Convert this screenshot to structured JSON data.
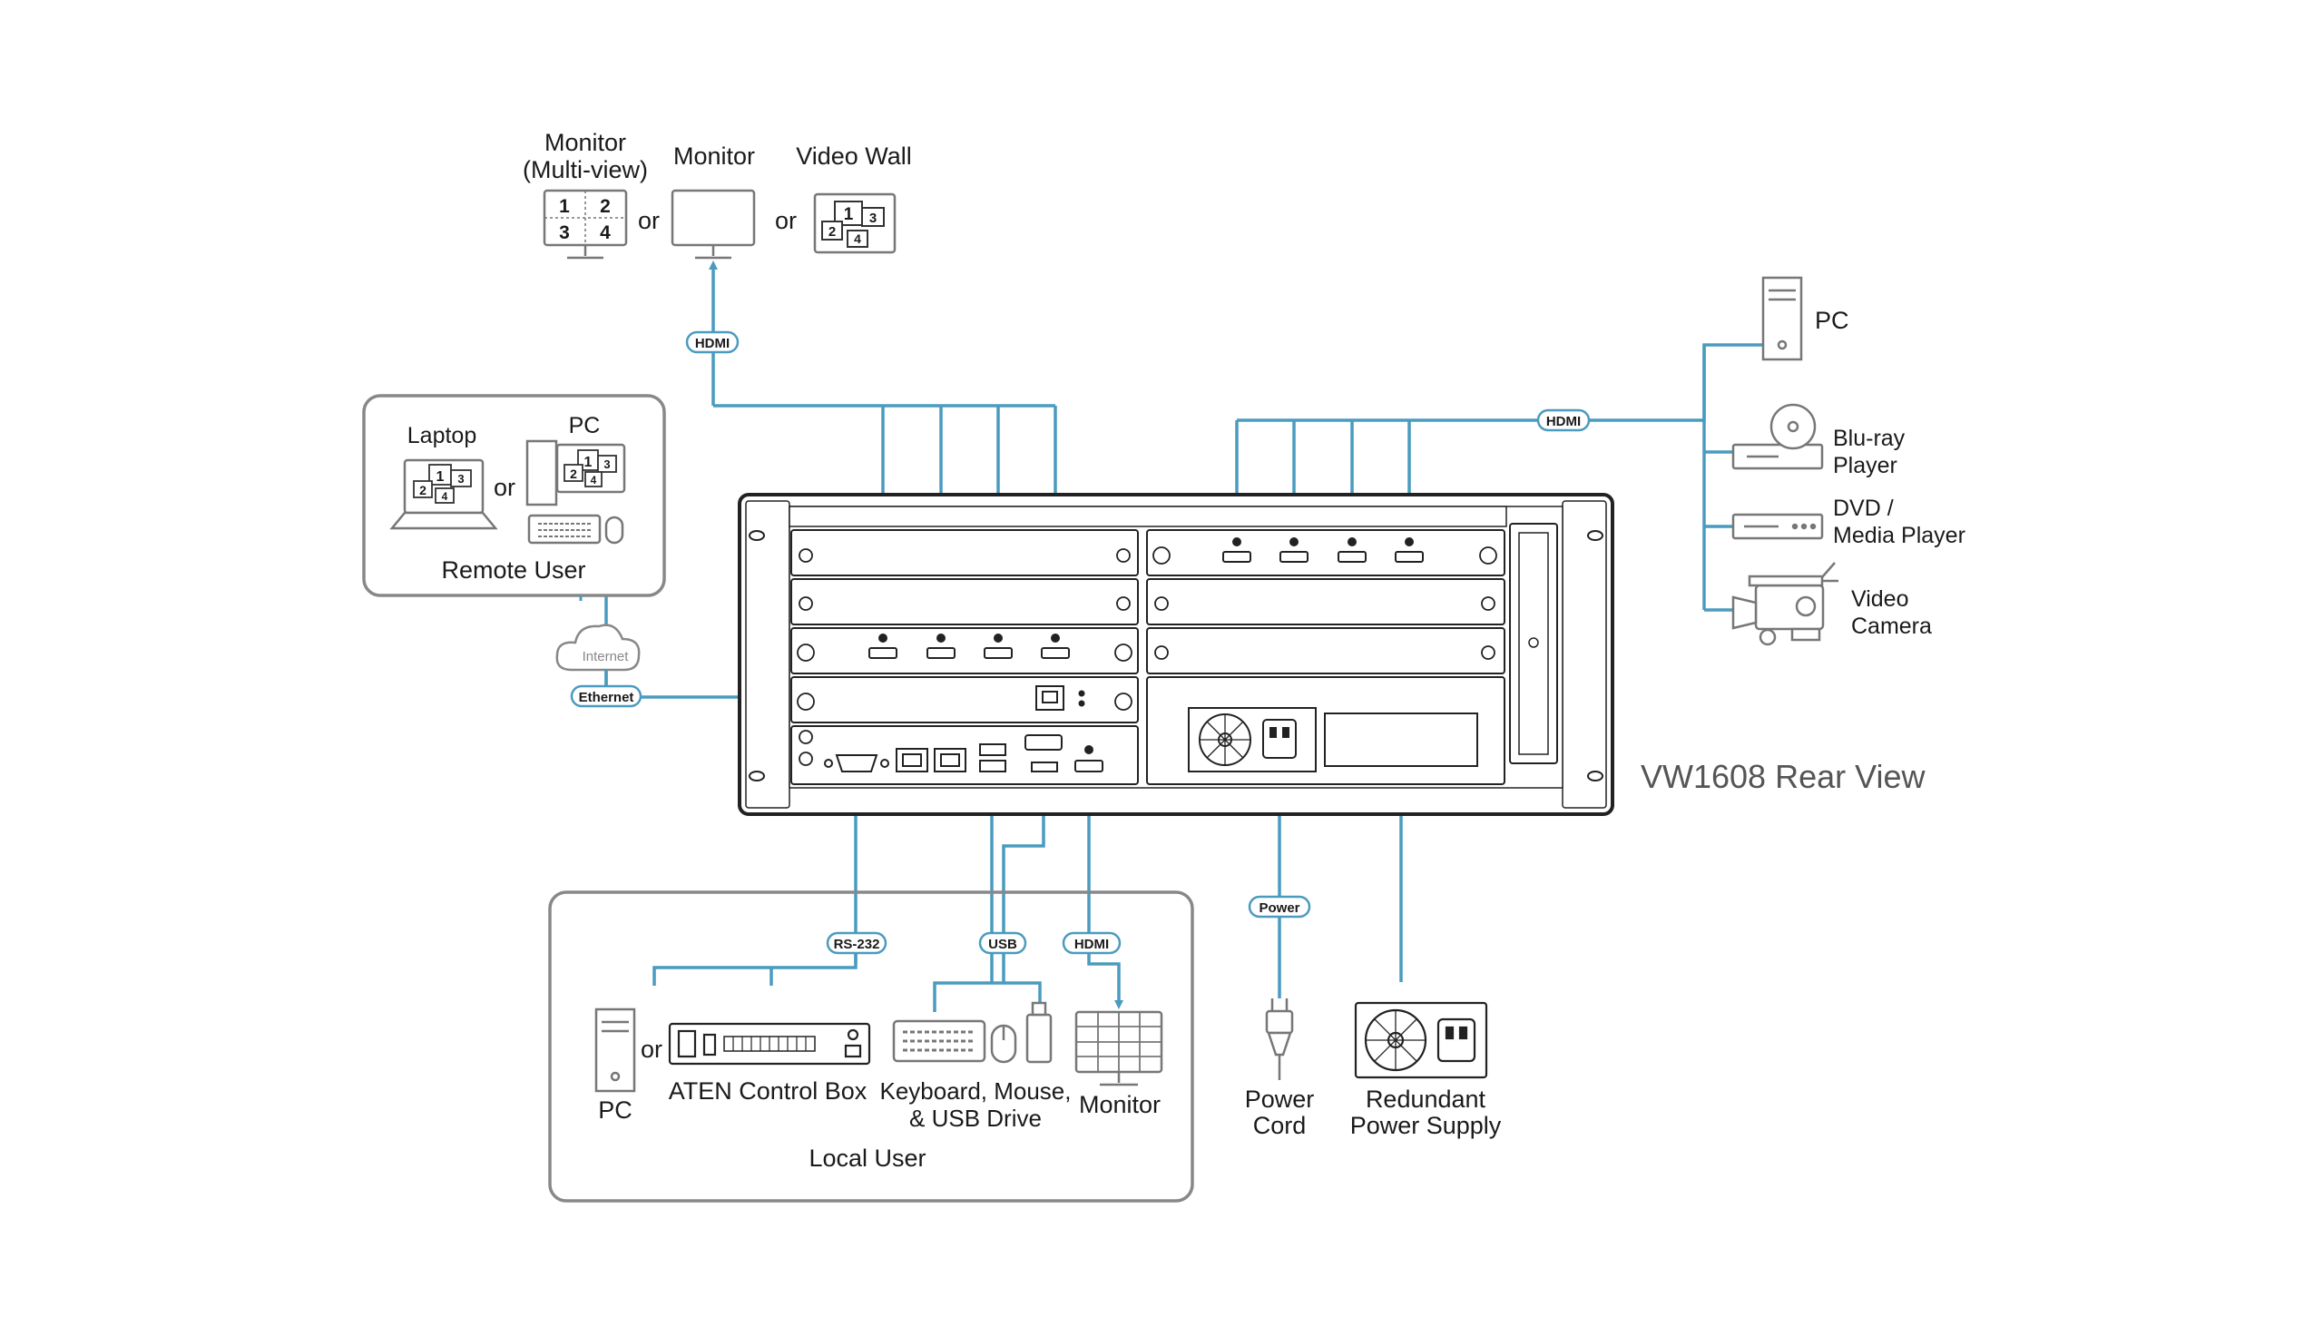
{
  "title": "VW1608 Rear View",
  "colors": {
    "line": "#4a9bbf",
    "outline": "#222222",
    "device": "#777777",
    "box": "#888888"
  },
  "outputs": {
    "monitor_multiview_line1": "Monitor",
    "monitor_multiview_line2": "(Multi-view)",
    "monitor": "Monitor",
    "video_wall": "Video Wall",
    "or1": "or",
    "or2": "or",
    "multiview_cells": [
      "1",
      "2",
      "3",
      "4"
    ],
    "wall_cells": [
      "1",
      "2",
      "3",
      "4"
    ],
    "hdmi_tag": "HDMI"
  },
  "remote": {
    "laptop": "Laptop",
    "pc": "PC",
    "or": "or",
    "label": "Remote User",
    "laptop_cells": [
      "1",
      "2",
      "3",
      "4"
    ],
    "pc_cells": [
      "1",
      "2",
      "3",
      "4"
    ],
    "internet": "Internet",
    "ethernet_tag": "Ethernet"
  },
  "sources": {
    "hdmi_tag": "HDMI",
    "pc": "PC",
    "bluray_line1": "Blu-ray",
    "bluray_line2": "Player",
    "dvd_line1": "DVD /",
    "dvd_line2": "Media Player",
    "camera_line1": "Video",
    "camera_line2": "Camera"
  },
  "local": {
    "label": "Local User",
    "rs232_tag": "RS-232",
    "usb_tag": "USB",
    "hdmi_tag": "HDMI",
    "pc": "PC",
    "or": "or",
    "control_box": "ATEN Control Box",
    "keyboard_line1": "Keyboard, Mouse,",
    "keyboard_line2": "& USB Drive",
    "monitor": "Monitor"
  },
  "power": {
    "power_tag": "Power",
    "cord_line1": "Power",
    "cord_line2": "Cord",
    "redundant_line1": "Redundant",
    "redundant_line2": "Power Supply"
  }
}
